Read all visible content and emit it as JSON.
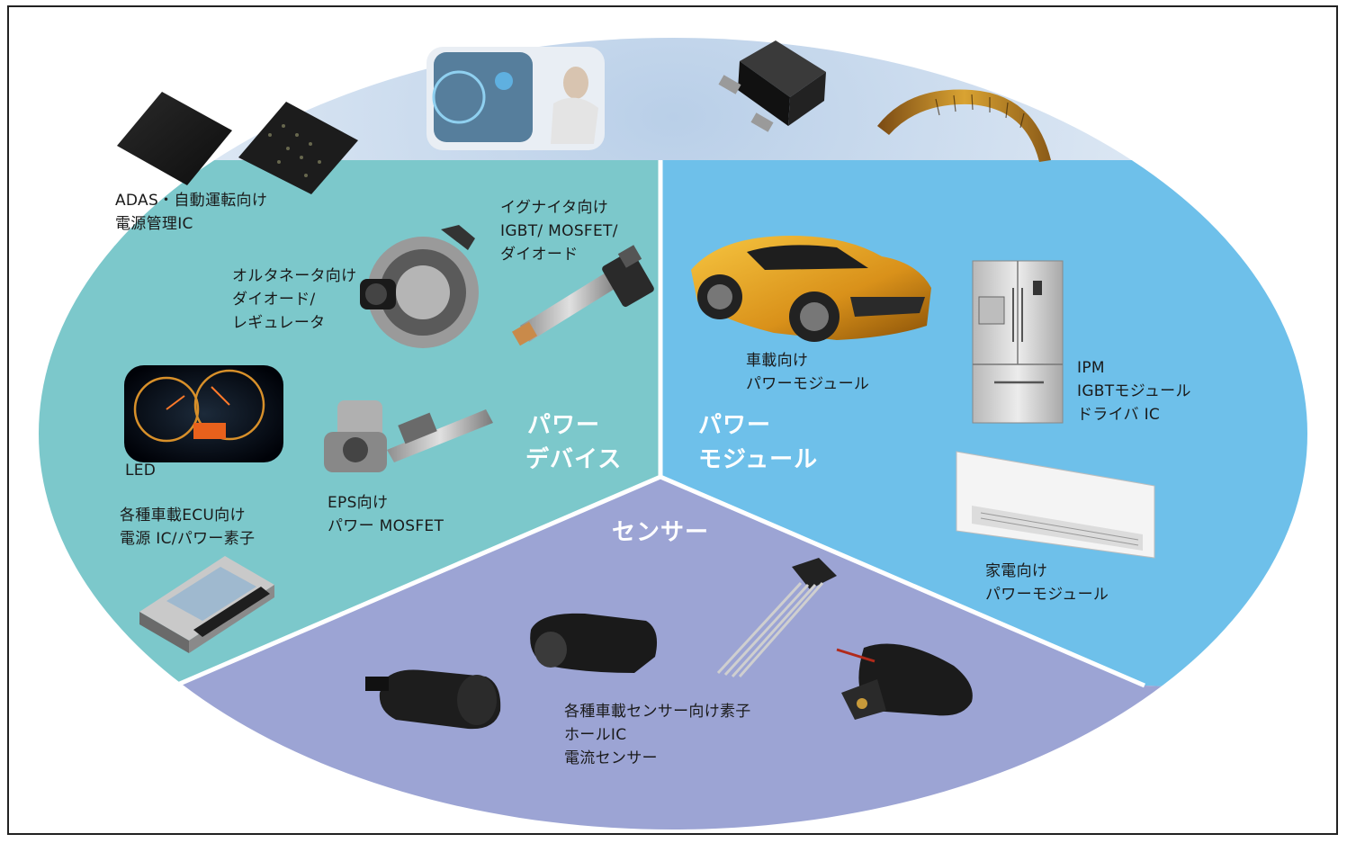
{
  "segments": {
    "power_device": {
      "line1": "パワー",
      "line2": "デバイス",
      "color": "#7cc8cb"
    },
    "power_module": {
      "line1": "パワー",
      "line2": "モジュール",
      "color": "#6ec0ea"
    },
    "sensor": {
      "title": "センサー",
      "color": "#9ca4d4"
    }
  },
  "top_band_color": "#dce8f3",
  "labels": {
    "adas": [
      "ADAS・自動運転向け",
      "電源管理IC"
    ],
    "igniter": [
      "イグナイタ向け",
      "IGBT/ MOSFET/",
      "ダイオード"
    ],
    "alternator": [
      "オルタネータ向け",
      "ダイオード/",
      "レギュレータ"
    ],
    "led": [
      "LED"
    ],
    "eps": [
      "EPS向け",
      "パワー MOSFET"
    ],
    "ecu": [
      "各種車載ECU向け",
      "電源 IC/パワー素子"
    ],
    "car": [
      "車載向け",
      "パワーモジュール"
    ],
    "ipm": [
      "IPM",
      "IGBTモジュール",
      "ドライバ IC"
    ],
    "appliance": [
      "家電向け",
      "パワーモジュール"
    ],
    "sensor_items": [
      "各種車載センサー向け素子",
      "ホールIC",
      "電流センサー"
    ]
  }
}
